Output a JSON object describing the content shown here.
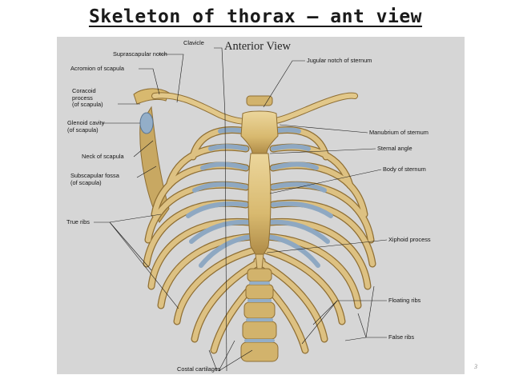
{
  "slide": {
    "title": "Skeleton  of thorax – ant view",
    "page_number": "3"
  },
  "figure": {
    "title": "Anterior View",
    "labels": {
      "clavicle": "Clavicle",
      "suprascapular_notch": "Suprascapular notch",
      "acromion": "Acromion of scapula",
      "coracoid": "Coracoid\nprocess\n(of scapula)",
      "glenoid": "Glenoid cavity\n(of scapula)",
      "neck_scapula": "Neck of scapula",
      "subscapular_fossa": "Subscapular fossa\n(of scapula)",
      "true_ribs": "True ribs",
      "costal_cartilages": "Costal cartilages",
      "jugular_notch": "Jugular notch of sternum",
      "manubrium": "Manubrium of sternum",
      "sternal_angle": "Sternal angle",
      "body_sternum": "Body of sternum",
      "xiphoid": "Xiphoid process",
      "floating_ribs": "Floating ribs",
      "false_ribs": "False ribs"
    }
  },
  "colors": {
    "bone": "#dcc07e",
    "bone_shade": "#b08c48",
    "cartilage": "#8ea8c2",
    "background": "#d6d6d6"
  }
}
